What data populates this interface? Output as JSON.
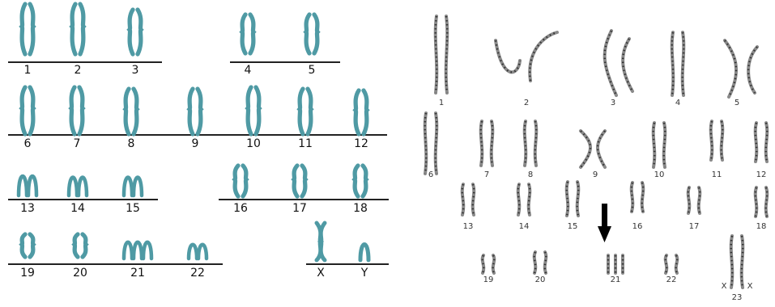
{
  "left_karyotype": {
    "labels": [
      "1",
      "2",
      "3",
      "4",
      "5",
      "6",
      "7",
      "8",
      "9",
      "10",
      "11",
      "12",
      "13",
      "14",
      "15",
      "16",
      "17",
      "18",
      "19",
      "20",
      "21",
      "22",
      "X",
      "Y"
    ],
    "chromosome_color": "#4f9aa4"
  },
  "right_karyotype": {
    "labels": [
      "1",
      "2",
      "3",
      "4",
      "5",
      "6",
      "7",
      "8",
      "9",
      "10",
      "11",
      "12",
      "13",
      "14",
      "15",
      "16",
      "17",
      "18",
      "19",
      "20",
      "21",
      "22",
      "23"
    ],
    "sex_labels": [
      "X",
      "X"
    ],
    "arrow_target": "21",
    "chromosome_color": "#8a8a8a"
  }
}
